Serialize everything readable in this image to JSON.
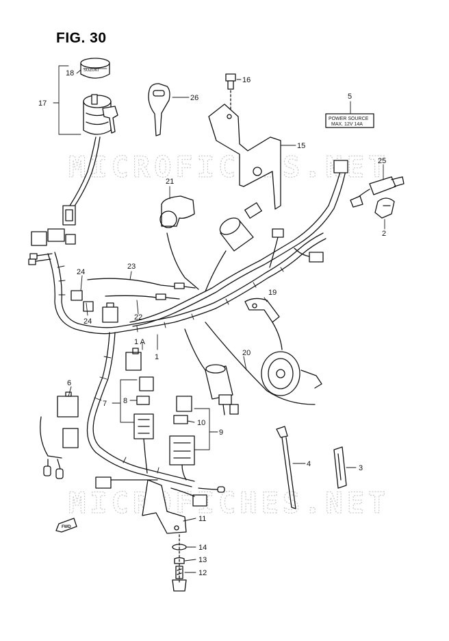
{
  "figure": {
    "title": "FIG. 30"
  },
  "watermark": {
    "text": "MICROFICHES.NET"
  },
  "callouts": {
    "c1": "1",
    "c1A": "1 A",
    "c2": "2",
    "c3": "3",
    "c4": "4",
    "c5": "5",
    "c6": "6",
    "c7": "7",
    "c8": "8",
    "c9": "9",
    "c10": "10",
    "c11": "11",
    "c12": "12",
    "c13": "13",
    "c14": "14",
    "c15": "15",
    "c16": "16",
    "c17": "17",
    "c18": "18",
    "c19": "19",
    "c20": "20",
    "c21": "21",
    "c22": "22",
    "c23": "23",
    "c24a": "24",
    "c24b": "24",
    "c25": "25",
    "c26": "26"
  },
  "plate": {
    "line1": "POWER SOURCE",
    "line2": "MAX. 12V 14A"
  },
  "key_cap_brand": "SUZUKI",
  "fwd_label": "FWD"
}
